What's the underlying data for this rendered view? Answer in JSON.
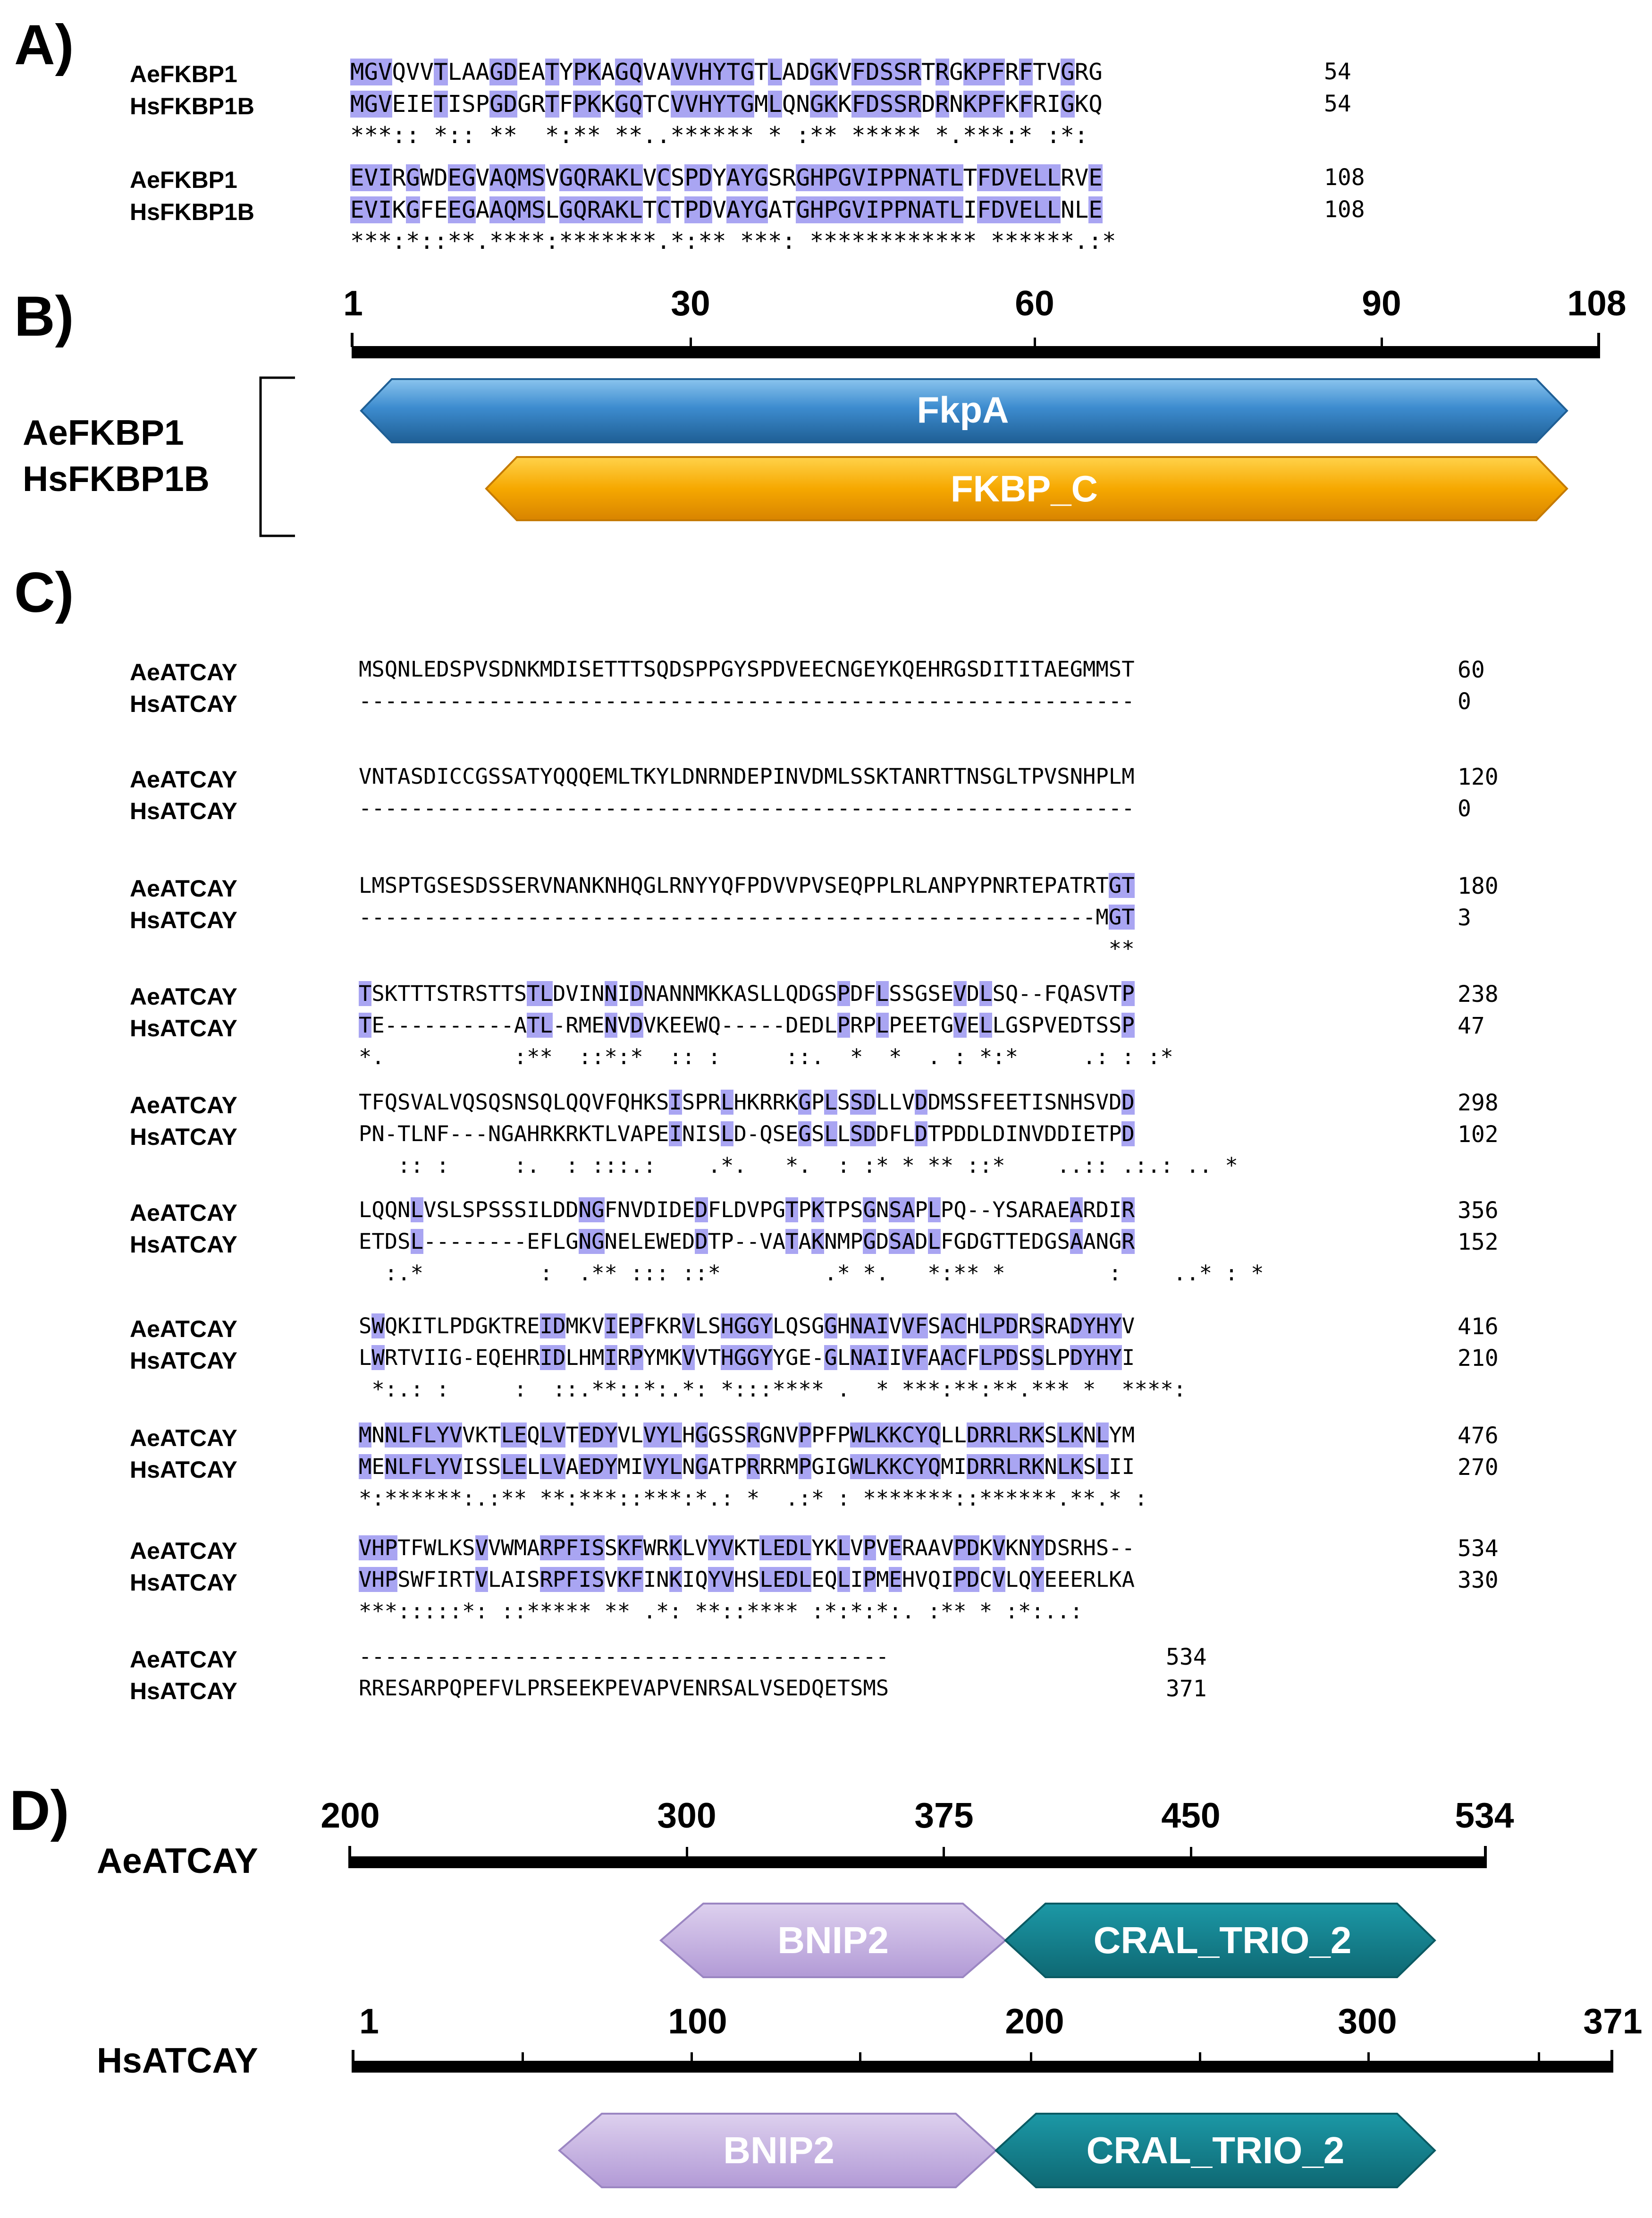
{
  "panel_labels": {
    "a": "A)",
    "b": "B)",
    "c": "C)",
    "d": "D)"
  },
  "panel_a": {
    "blocks": [
      {
        "rows": [
          {
            "name": "AeFKBP1",
            "seq": "MGVQVVTLAAGDEATYPKAGQVAVVHYTGTLADGKVFDSSRTRGKPFRFTVGRG",
            "end": "54"
          },
          {
            "name": "HsFKBP1B",
            "seq": "MGVEIETISPGDGRTFPKKGQTCVVHYTGMLQNGKKFDSSRDRNKPFKFRIGKQ",
            "end": "54"
          }
        ],
        "consensus": "***:: *:: **  *:** **..****** * :** ***** *.***:* :*:"
      },
      {
        "rows": [
          {
            "name": "AeFKBP1",
            "seq": "EVIRGWDEGVAQMSVGQRAKLVCSPDYAYGSRGHPGVIPPNATLTFDVELLRVE",
            "end": "108"
          },
          {
            "name": "HsFKBP1B",
            "seq": "EVIKGFEEGAAQMSLGQRAKLTCTPDVAYGATGHPGVIPPNATLIFDVELLNLE",
            "end": "108"
          }
        ],
        "consensus": "***:*::**.****:*******.*:** ***: ************ ******.:*"
      }
    ]
  },
  "panel_b": {
    "ruler_ticks": [
      "1",
      "30",
      "60",
      "90",
      "108"
    ],
    "proteins": [
      "AeFKBP1",
      "HsFKBP1B"
    ],
    "domains": [
      {
        "name": "FkpA",
        "color": "#3d8ccf"
      },
      {
        "name": "FKBP_C",
        "color": "#f6a800"
      }
    ]
  },
  "panel_c": {
    "blocks": [
      {
        "rows": [
          {
            "name": "AeATCAY",
            "seq": "MSQNLEDSPVSDNKMDISETTTSQDSPPGYSPDVEECNGEYKQEHRGSDITITAEGMMST",
            "end": "60"
          },
          {
            "name": "HsATCAY",
            "seq": "------------------------------------------------------------",
            "end": "0"
          }
        ],
        "consensus": ""
      },
      {
        "rows": [
          {
            "name": "AeATCAY",
            "seq": "VNTASDICCGSSATYQQQEMLTKYLDNRNDEPINVDMLSSKTANRTTNSGLTPVSNHPLM",
            "end": "120"
          },
          {
            "name": "HsATCAY",
            "seq": "------------------------------------------------------------",
            "end": "0"
          }
        ],
        "consensus": ""
      },
      {
        "rows": [
          {
            "name": "AeATCAY",
            "seq": "LMSPTGSESDSSERVNANKNHQGLRNYYQFPDVVPVSEQPPLRLANPYPNRTEPATRTGT",
            "end": "180"
          },
          {
            "name": "HsATCAY",
            "seq": "---------------------------------------------------------MGT",
            "end": "3"
          }
        ],
        "consensus": "                                                          **"
      },
      {
        "rows": [
          {
            "name": "AeATCAY",
            "seq": "TSKTTTSTRSTTSTLDVINNIDNANNMKKASLLQDGSPDFLSSGSEVDLSQ--FQASVTP",
            "end": "238"
          },
          {
            "name": "HsATCAY",
            "seq": "TE----------ATL-RMENVDVKEEWQ-----DEDLPRPLPEETGVELLGSPVEDTSSP",
            "end": "47"
          }
        ],
        "consensus": "*.          :**  ::*:*  :: :     ::.  *  *  . : *:*     .: : :*"
      },
      {
        "rows": [
          {
            "name": "AeATCAY",
            "seq": "TFQSVALVQSQSNSQLQQVFQHKSISPRLHKRRKGPLSSDLLVDDMSSFEETISNHSVDD",
            "end": "298"
          },
          {
            "name": "HsATCAY",
            "seq": "PN-TLNF---NGAHRKRKTLVAPEINISLD-QSEGSLLSDDFLDTPDDLDINVDDIETPD",
            "end": "102"
          }
        ],
        "consensus": "   :: :     :.  : :::.:    .*.   *.  : :* * ** ::*    ..:: .:.: .. *"
      },
      {
        "rows": [
          {
            "name": "AeATCAY",
            "seq": "LQQNLVSLSPSSSILDDNGFNVDIDEDFLDVPGTPKTPSGNSAPLPQ--YSARAEARDIR",
            "end": "356"
          },
          {
            "name": "HsATCAY",
            "seq": "ETDSL--------EFLGNGNELEWEDDTP--VATAKNMPGDSADLFGDGTTEDGSAANGR",
            "end": "152"
          }
        ],
        "consensus": "  :.*         :  .** ::: ::*        .* *.   *:** *        :    ..* : *"
      },
      {
        "rows": [
          {
            "name": "AeATCAY",
            "seq": "SWQKITLPDGKTREIDMKVIEPFKRVLSHGGYLQSGGHNAIVVFSACHLPDRSRADYHYV",
            "end": "416"
          },
          {
            "name": "HsATCAY",
            "seq": "LWRTVIIG-EQEHRIDLHMIRPYMKVVTHGGYYGE-GLNAIIVFAACFLPDSSLPDYHYI",
            "end": "210"
          }
        ],
        "consensus": " *:.: :     :  ::.**::*:.*: *:::**** .  * ***:**:**.*** *  ****:"
      },
      {
        "rows": [
          {
            "name": "AeATCAY",
            "seq": "MNNLFLYVVKTLEQLVTEDYVLVYLHGGSSRGNVPPFPWLKKCYQLLDRRLRKSLKNLYM",
            "end": "476"
          },
          {
            "name": "HsATCAY",
            "seq": "MENLFLYVISSLELLVAEDYMIVYLNGATPRRRMPGIGWLKKCYQMIDRRLRKNLKSLII",
            "end": "270"
          }
        ],
        "consensus": "*:******:.:** **:***::***:*.: *  .:* : *******::******.**.* :"
      },
      {
        "rows": [
          {
            "name": "AeATCAY",
            "seq": "VHPTFWLKSVVWMARPFISSKFWRKLVYVKTLEDLYKLVPVERAAVPDKVKNYDSRHS--",
            "end": "534"
          },
          {
            "name": "HsATCAY",
            "seq": "VHPSWFIRTVLAISRPFISVKFINKIQYVHSLEDLEQLIPMEHVQIPDCVLQYEEERLKA",
            "end": "330"
          }
        ],
        "consensus": "***:::::*: ::***** ** .*: **::**** :*:*:*:. :** * :*:..:"
      },
      {
        "rows": [
          {
            "name": "AeATCAY",
            "seq": "-----------------------------------------",
            "end": "534"
          },
          {
            "name": "HsATCAY",
            "seq": "RRESARPQPEFVLPRSEEKPEVAPVENRSALVSEDQETSMS",
            "end": "371"
          }
        ],
        "consensus": ""
      }
    ]
  },
  "panel_d": {
    "tracks": [
      {
        "name": "AeATCAY",
        "ticks": [
          "200",
          "300",
          "375",
          "450",
          "534"
        ],
        "domains": [
          {
            "name": "BNIP2",
            "color": "#c4aee0"
          },
          {
            "name": "CRAL_TRIO_2",
            "color": "#137f8c"
          }
        ]
      },
      {
        "name": "HsATCAY",
        "ticks": [
          "1",
          "100",
          "200",
          "300",
          "371"
        ],
        "domains": [
          {
            "name": "BNIP2",
            "color": "#c4aee0"
          },
          {
            "name": "CRAL_TRIO_2",
            "color": "#137f8c"
          }
        ]
      }
    ]
  }
}
